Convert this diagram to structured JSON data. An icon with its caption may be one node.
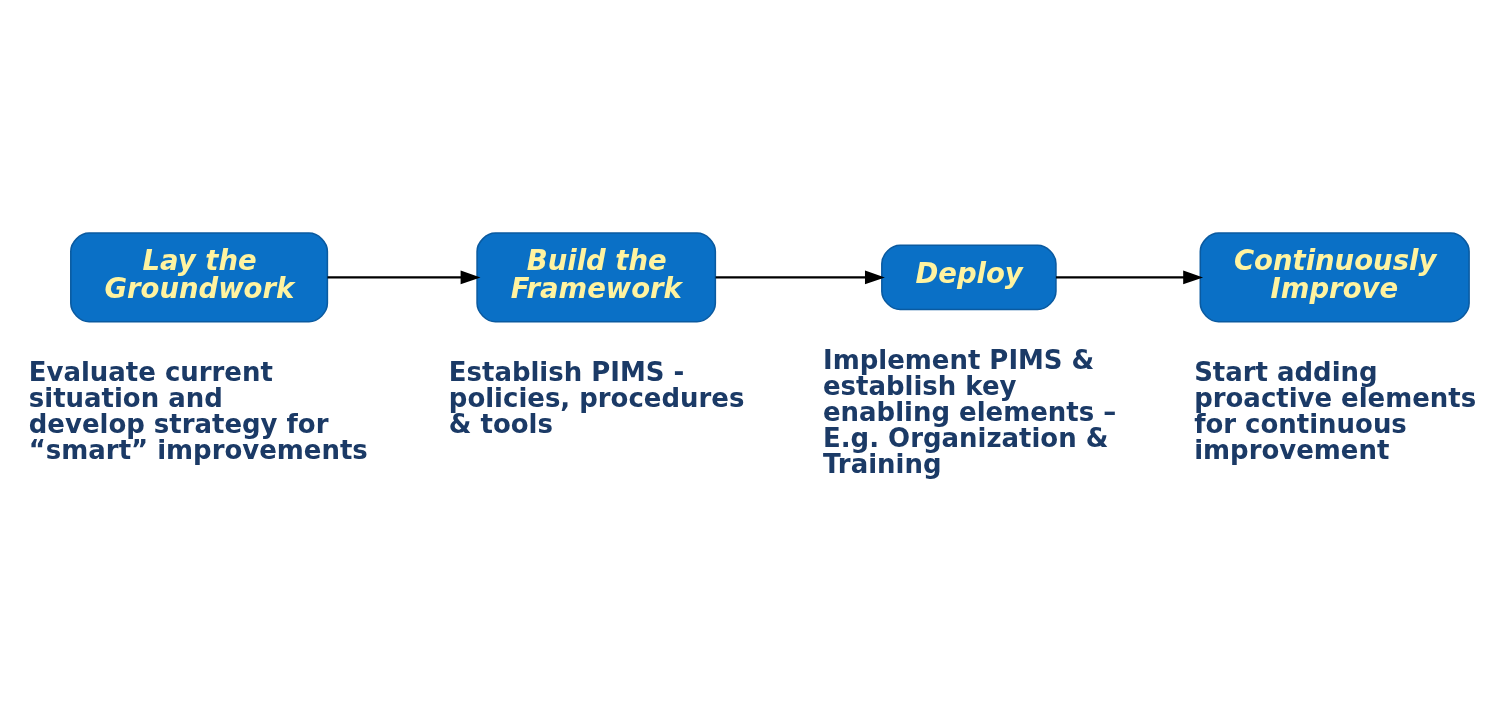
{
  "diagram": {
    "nodes": [
      {
        "text": [
          "Lay the Groundwork"
        ],
        "beside": [
          "Evaluate current situation and develop strategy for “smart” improvements"
        ]
      },
      {
        "text": [
          "Build the Framework"
        ],
        "beside": [
          "Establish PIMS - policies, procedures & tools"
        ]
      },
      {
        "text": [
          "Deploy"
        ],
        "beside": [
          "Implement PIMS & establish key enabling elements – E.g. Organization & Training"
        ]
      },
      {
        "text": [
          "Continuously Improve"
        ],
        "beside": [
          "Start adding proactive elements for continuous improvement"
        ]
      }
    ],
    "edges": [
      {
        "from": 0,
        "to": 1,
        "arrow": "to"
      },
      {
        "from": 1,
        "to": 2,
        "arrow": "to"
      },
      {
        "from": 2,
        "to": 3,
        "arrow": "to"
      }
    ]
  }
}
